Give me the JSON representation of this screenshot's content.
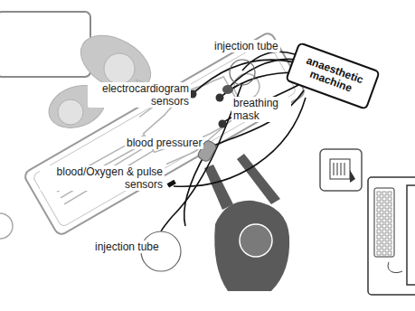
{
  "diagram": {
    "nodes": [
      {
        "text": [
          "anaesthetic machine"
        ]
      }
    ],
    "labels": [
      "injection tube",
      "electrocardiogram sensors",
      "breathing mask",
      "blood pressurer",
      "blood/Oxygen & pulse sensors",
      "injection tube"
    ]
  }
}
